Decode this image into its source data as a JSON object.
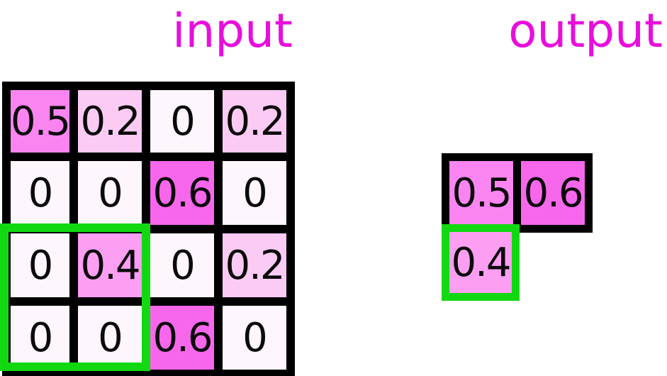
{
  "titles": {
    "input": "input",
    "output": "output"
  },
  "colors": {
    "background": "#ffffff",
    "title_text": "#e80ddd",
    "cell_text": "#0b0b0b",
    "grid_border": "#000000",
    "highlight_border": "#12d812",
    "value_fills": {
      "0": "#fdf6fc",
      "0.2": "#fbcbf4",
      "0.4": "#fc9ef2",
      "0.5": "#fa85f0",
      "0.6": "#f767ec"
    }
  },
  "input_grid": {
    "rows": 4,
    "cols": 4,
    "values": [
      [
        "0.5",
        "0.2",
        "0",
        "0.2"
      ],
      [
        "0",
        "0",
        "0.6",
        "0"
      ],
      [
        "0",
        "0.4",
        "0",
        "0.2"
      ],
      [
        "0",
        "0",
        "0.6",
        "0"
      ]
    ]
  },
  "pooling_window": {
    "rows": "3-4",
    "cols": "1-2",
    "window_values": [
      [
        "0",
        "0.4"
      ],
      [
        "0",
        "0"
      ]
    ]
  },
  "output_grid": {
    "cells": [
      {
        "row": 1,
        "col": 1,
        "value": "0.5",
        "highlighted": false
      },
      {
        "row": 1,
        "col": 2,
        "value": "0.6",
        "highlighted": false
      },
      {
        "row": 2,
        "col": 1,
        "value": "0.4",
        "highlighted": true
      }
    ]
  }
}
